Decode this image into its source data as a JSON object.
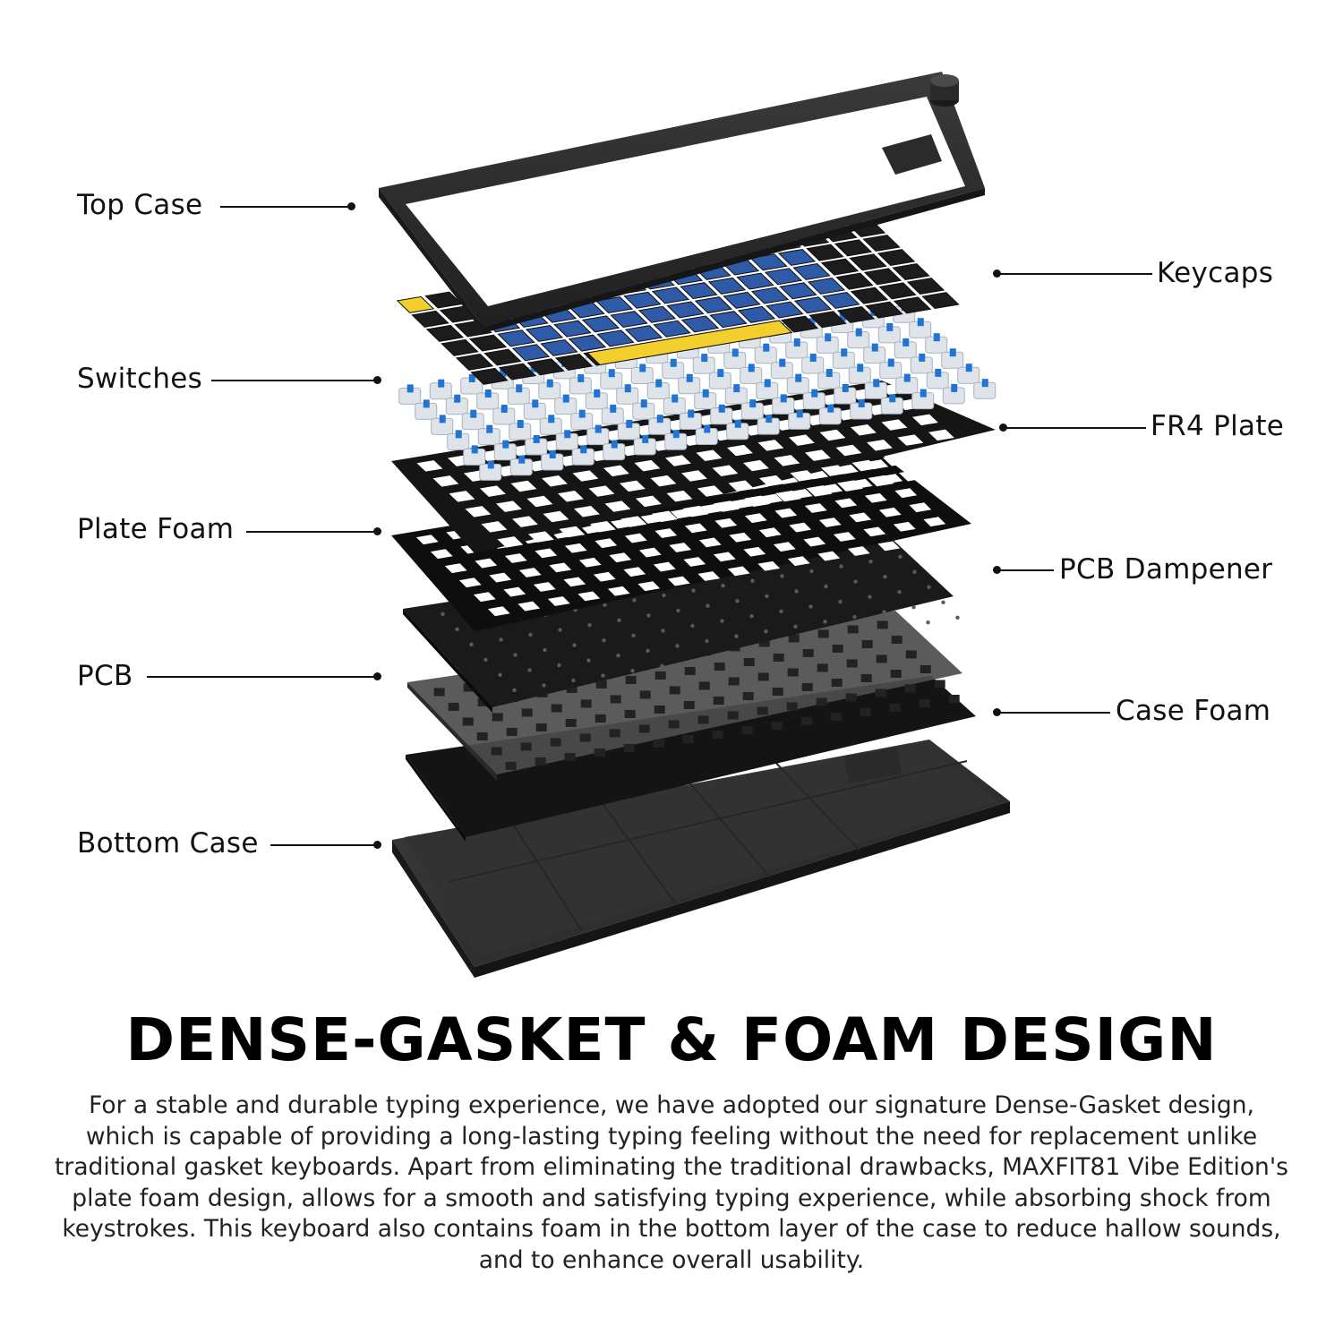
{
  "labels": {
    "top_case": "Top Case",
    "keycaps": "Keycaps",
    "switches": "Switches",
    "fr4_plate": "FR4 Plate",
    "plate_foam": "Plate Foam",
    "pcb_dampener": "PCB Dampener",
    "pcb": "PCB",
    "case_foam": "Case Foam",
    "bottom_case": "Bottom Case"
  },
  "headline": "DENSE-GASKET & FOAM DESIGN",
  "description": "For a stable and durable typing experience, we have adopted our signature Dense-Gasket design, which is capable of providing a long-lasting typing feeling without the need for replacement unlike traditional gasket keyboards. Apart from eliminating the traditional drawbacks, MAXFIT81 Vibe Edition's plate foam design, allows for a smooth and satisfying typing experience, while absorbing shock from keystrokes. This keyboard also contains foam in the bottom layer of the case to reduce hallow sounds, and to enhance overall usability.",
  "colors": {
    "keycap_blue": "#2f5aa8",
    "keycap_yellow": "#f3cf2e",
    "keycap_black": "#1c1c1c",
    "case_dark": "#2b2b2b",
    "switch_stem_blue": "#1f74d4",
    "foam_black": "#0d0d0d",
    "pcb_dark": "#1b1b1b",
    "pcb_translucent": "#4a4a4a"
  }
}
